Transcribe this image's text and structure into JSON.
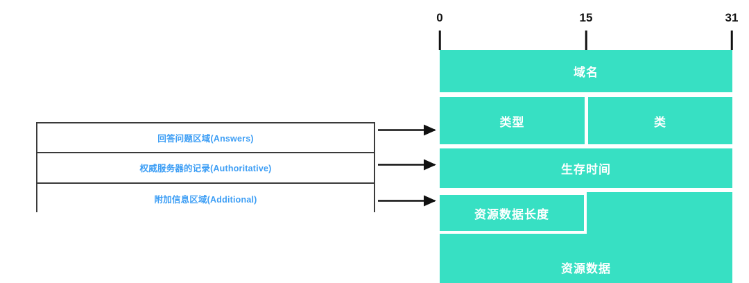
{
  "diagram": {
    "title_text": "",
    "colors": {
      "field_fill": "#37e0c3",
      "field_text": "#ffffff",
      "section_text": "#3d9ef5",
      "section_border": "#3a3a3a",
      "ruler_text": "#111111",
      "arrow": "#111111",
      "background": "#ffffff"
    }
  },
  "ruler": {
    "ticks": [
      {
        "label": "0",
        "bit": 0
      },
      {
        "label": "15",
        "bit": 15
      },
      {
        "label": "31",
        "bit": 31
      }
    ]
  },
  "sections": {
    "rows": [
      {
        "label": "回答问题区域(Answers)",
        "name": "answers"
      },
      {
        "label": "权威服务器的记录(Authoritative)",
        "name": "authoritative"
      },
      {
        "label": "附加信息区域(Additional)",
        "name": "additional"
      }
    ]
  },
  "arrows": {
    "items": [
      {
        "from_row": "answers",
        "to_field": "type-class"
      },
      {
        "from_row": "authoritative",
        "to_field": "ttl"
      },
      {
        "from_row": "additional",
        "to_field": "rdlength"
      }
    ]
  },
  "record_fields": {
    "rows": [
      {
        "name": "name",
        "cells": [
          {
            "label": "域名",
            "bits_from": 0,
            "bits_to": 31,
            "name": "field-name"
          }
        ]
      },
      {
        "name": "type-class",
        "cells": [
          {
            "label": "类型",
            "bits_from": 0,
            "bits_to": 15,
            "name": "field-type"
          },
          {
            "label": "类",
            "bits_from": 16,
            "bits_to": 31,
            "name": "field-class"
          }
        ]
      },
      {
        "name": "ttl",
        "cells": [
          {
            "label": "生存时间",
            "bits_from": 0,
            "bits_to": 31,
            "name": "field-ttl"
          }
        ]
      },
      {
        "name": "rdlength",
        "cells": [
          {
            "label": "资源数据长度",
            "bits_from": 0,
            "bits_to": 15,
            "name": "field-rdlength"
          }
        ]
      },
      {
        "name": "rdata",
        "cells": [
          {
            "label": "资源数据",
            "bits_from": 0,
            "bits_to": 31,
            "name": "field-rdata"
          }
        ]
      }
    ]
  }
}
